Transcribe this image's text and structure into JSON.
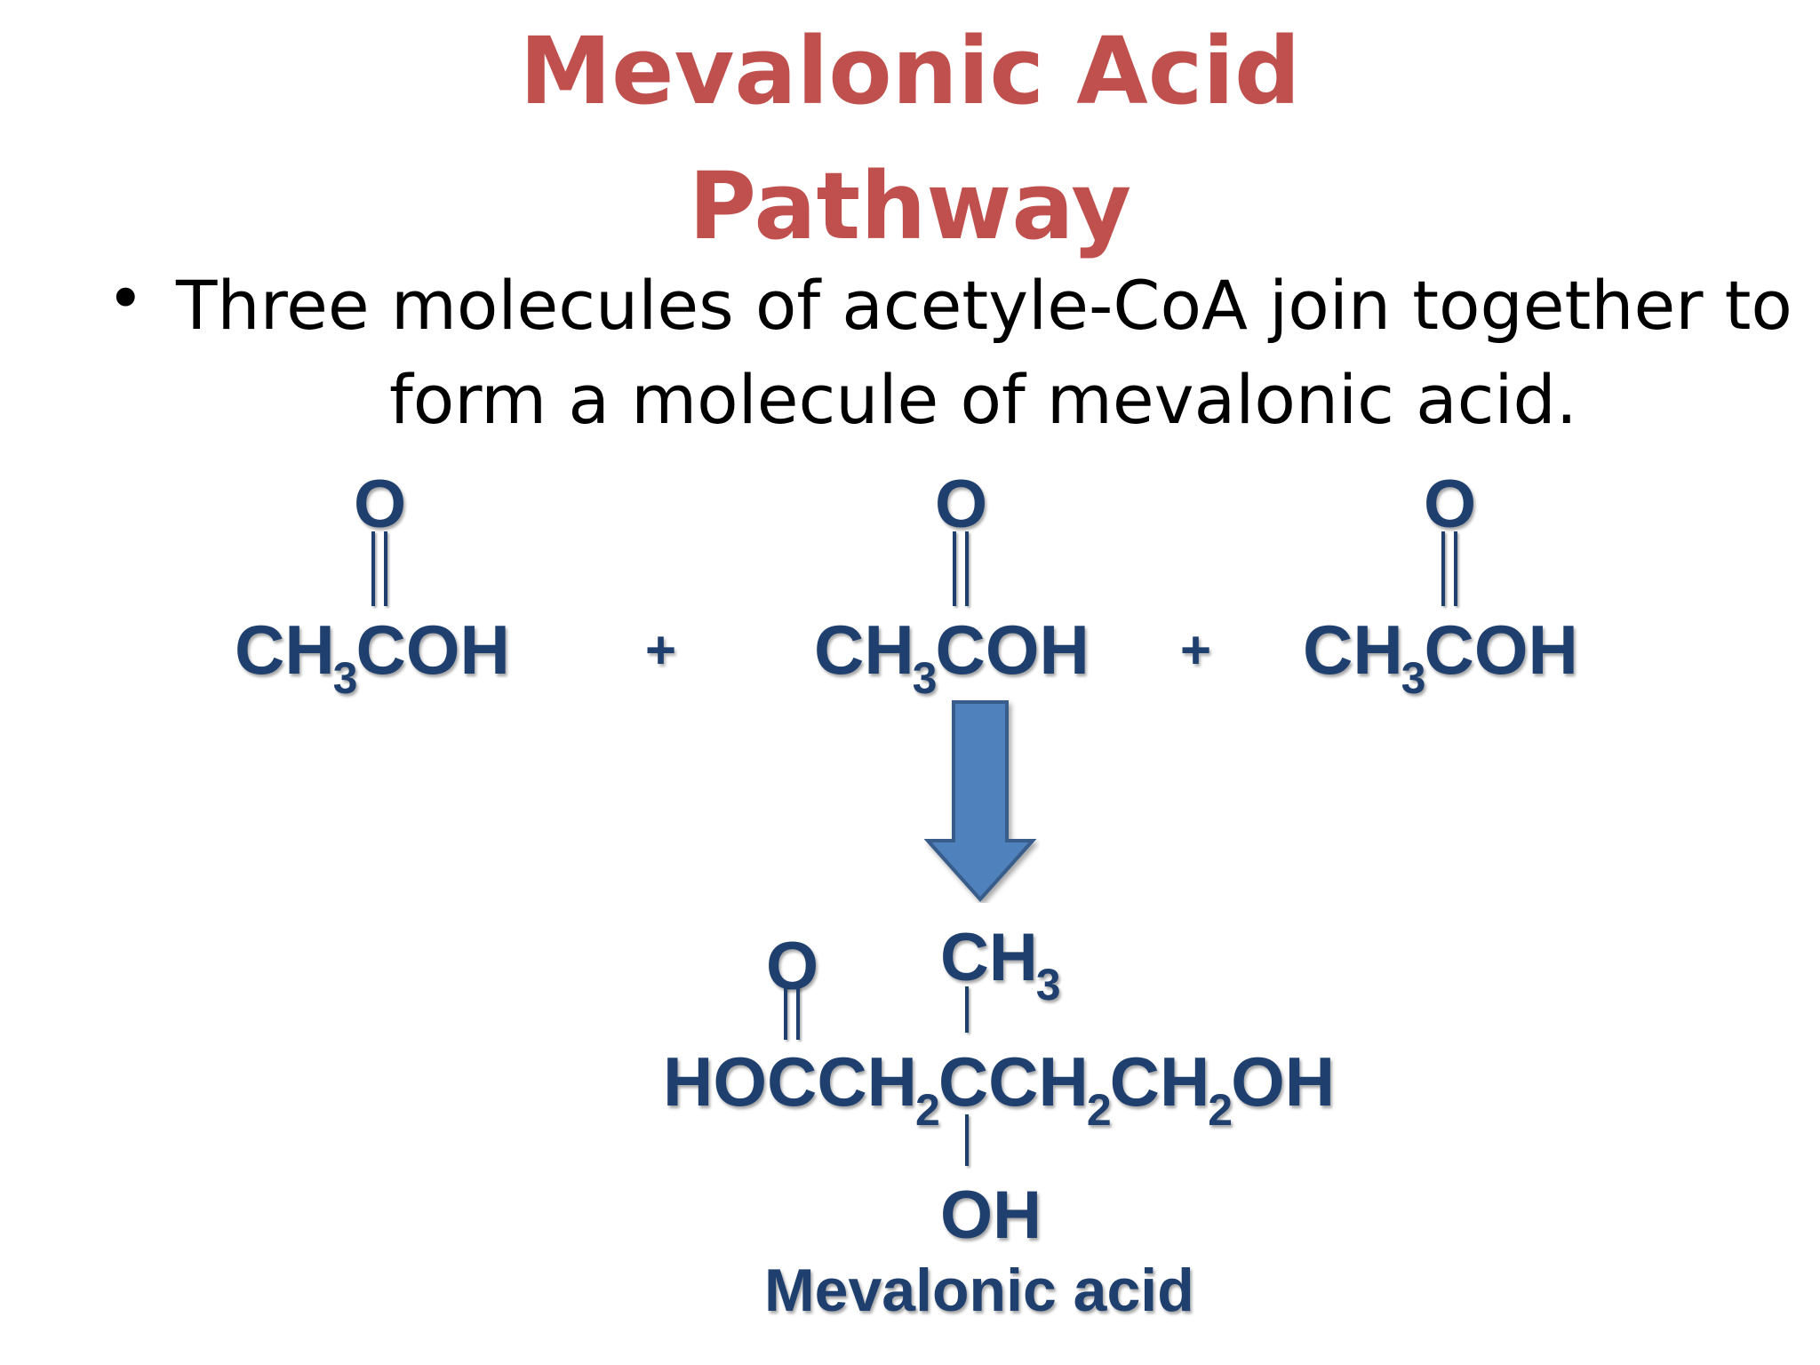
{
  "slide": {
    "title_line1": "Mevalonic Acid",
    "title_line2": "Pathway",
    "bullet_symbol": "•",
    "bullet_line1": "Three molecules of acetyle-CoA join together to",
    "bullet_line2": "form a molecule of mevalonic acid."
  },
  "reactants": [
    {
      "oxygen": "O",
      "prefix": "CH",
      "subscript": "3",
      "suffix": "COH"
    },
    {
      "oxygen": "O",
      "prefix": "CH",
      "subscript": "3",
      "suffix": "COH"
    },
    {
      "oxygen": "O",
      "prefix": "CH",
      "subscript": "3",
      "suffix": "COH"
    }
  ],
  "operators": {
    "plus1": "+",
    "plus2": "+"
  },
  "product": {
    "oxygen": "O",
    "methyl": "CH",
    "methyl_sub": "3",
    "chain_part1": "HOCCH",
    "chain_sub1": "2",
    "chain_part2": "CCH",
    "chain_sub2": "2",
    "chain_part3": "CH",
    "chain_sub3": "2",
    "chain_part4": "OH",
    "hydroxyl": "OH",
    "caption": "Mevalonic acid"
  },
  "colors": {
    "title": "#c0504d",
    "chemistry": "#1f3f6e",
    "arrow_fill": "#4f81bd",
    "arrow_stroke": "#385d8a"
  }
}
